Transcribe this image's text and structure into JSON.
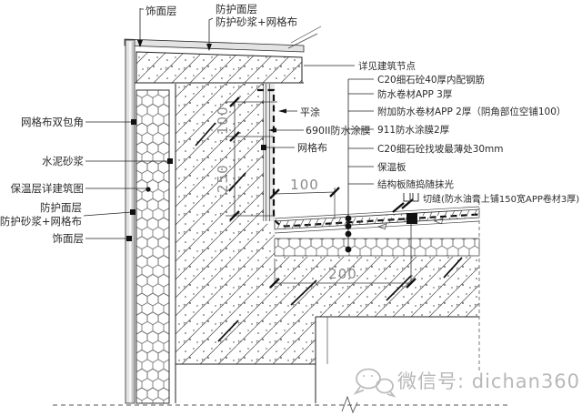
{
  "labels": {
    "top": {
      "finish": "饰面层",
      "protect_line1": "防护面层",
      "protect_line2": "防护砂浆+网格布"
    },
    "left": [
      "网格布双包角",
      "水泥砂浆",
      "保温层详建筑图",
      "防护面层",
      "防护砂浆+网格布",
      "饰面层"
    ],
    "right": [
      "详见建筑节点",
      "C20细石砼40厚内配钢筋",
      "防水卷材APP 3厚",
      "附加防水卷材APP 2厚（阴角部位空铺100）",
      "911防水涂膜2厚",
      "C20细石砼找坡最薄处30mm",
      "保温板",
      "结构板随捣随抹光",
      "切缝(防水油膏上铺150宽APP卷材3厚)"
    ],
    "mid": [
      "平涂",
      "690II防水涂膜",
      "网格布"
    ]
  },
  "dimensions": {
    "wall_upper": "100",
    "wall_lower": "250",
    "roof_inner": "100",
    "roof_outer": "200"
  },
  "watermark": {
    "text": "微信号: dichan360"
  },
  "colors": {
    "line": "#222222",
    "dim_text": "#8a8a8a",
    "watermark": "#b8b8b8",
    "background": "#ffffff"
  }
}
